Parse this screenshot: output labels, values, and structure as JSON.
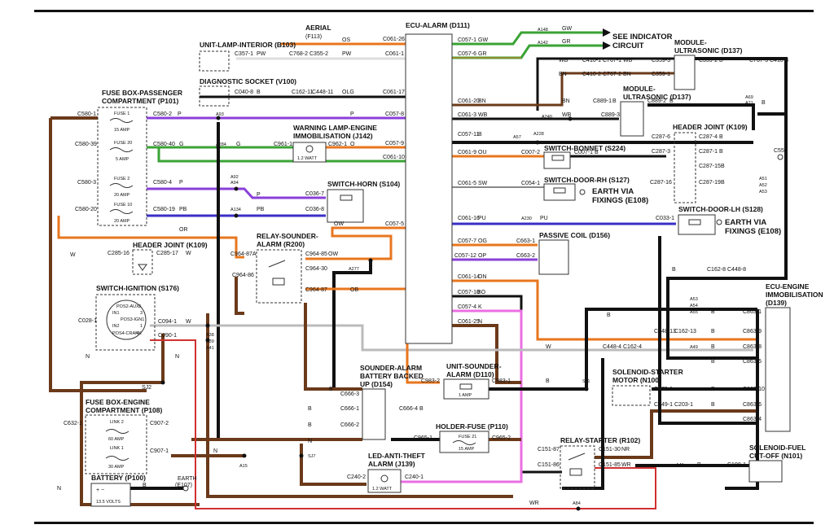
{
  "colors": {
    "brown": "#6b3a1a",
    "black": "#111111",
    "purple": "#8a3fd8",
    "green": "#3aa335",
    "orange": "#e8761e",
    "pink": "#ea6fe3",
    "blue": "#3a2fc6",
    "red": "#d03030",
    "white": "#ffffff"
  },
  "components": {
    "aerial": "AERIAL",
    "aerial_code": "(F113)",
    "ecu_alarm": "ECU-ALARM (D111)",
    "unit_lamp": "UNIT-LAMP-INTERIOR (B103)",
    "diag_socket": "DIAGNOSTIC SOCKET (V100)",
    "see_indicator_1": "SEE INDICATOR",
    "see_indicator_2": "CIRCUIT",
    "module_us_1a": "MODULE-",
    "module_us_1b": "ULTRASONIC (D137)",
    "module_us_2a": "MODULE-",
    "module_us_2b": "ULTRASONIC (D137)",
    "fuse_box_pass_1": "FUSE BOX-PASSENGER",
    "fuse_box_pass_2": "COMPARTMENT (P101)",
    "warning_lamp_1": "WARNING LAMP-ENGINE",
    "warning_lamp_2": "IMMOBILISATION (J142)",
    "header_joint_top": "HEADER JOINT (K109)",
    "switch_bonnet": "SWITCH-BONNET (S224)",
    "switch_door_rh": "SWITCH-DOOR-RH (S127)",
    "earth_via_1a": "EARTH VIA",
    "earth_via_1b": "FIXINGS (E108)",
    "switch_horn": "SWITCH-HORN (S104)",
    "switch_door_lh": "SWITCH-DOOR-LH (S128)",
    "earth_via_2a": "EARTH VIA",
    "earth_via_2b": "FIXINGS (E108)",
    "passive_coil": "PASSIVE COIL (D156)",
    "header_joint_left": "HEADER JOINT (K109)",
    "relay_sounder_1": "RELAY-SOUNDER-",
    "relay_sounder_2": "ALARM (R200)",
    "switch_ignition": "SWITCH-IGNITION (S176)",
    "ecu_engine_1": "ECU-ENGINE",
    "ecu_engine_2": "IMMOBILISATION",
    "ecu_engine_3": "(D139)",
    "sounder_alarm_1": "SOUNDER-ALARM",
    "sounder_alarm_2": "BATTERY BACKED",
    "sounder_alarm_3": "UP (D154)",
    "unit_sounder_1": "UNIT-SOUNDER-",
    "unit_sounder_2": "ALARM (D110)",
    "solenoid_starter_1": "SOLENOID-STARTER",
    "solenoid_starter_2": "MOTOR (N100)",
    "fuse_box_eng_1": "FUSE BOX-ENGINE",
    "fuse_box_eng_2": "COMPARTMENT (P108)",
    "holder_fuse": "HOLDER-FUSE (P110)",
    "relay_starter": "RELAY-STARTER (R102)",
    "led_anti_1": "LED-ANTI-THEFT",
    "led_anti_2": "ALARM (J139)",
    "solenoid_fuel_1": "SOLENOID-FUEL",
    "solenoid_fuel_2": "CUT-OFF (N101)",
    "battery": "BATTERY (P100)",
    "battery_volts": "13.5 VOLTS",
    "earth_e107": "EARTH",
    "earth_e107_code": "(E107)",
    "c556": "C556"
  },
  "fuses": {
    "f1": "FUSE 1",
    "f1_amp": "15 AMP",
    "f20": "FUSE 20",
    "f20_amp": "5 AMP",
    "f2": "FUSE 2",
    "f2_amp": "20 AMP",
    "f10": "FUSE 10",
    "f10_amp": "20 AMP",
    "link2": "LINK 2",
    "link2_amp": "60 AMP",
    "link1": "LINK 1",
    "link1_amp": "30 AMP",
    "f21": "FUSE 21",
    "f21_amp": "15 AMP",
    "watt_1": "1.2 WATT",
    "watt_2": "1.2 WATT",
    "sounder_amp": "1 AMP"
  },
  "ignition": {
    "aux": "POS2-AUX",
    "in1": "IN1",
    "ign1": "POS3-IGN1",
    "in2": "IN2",
    "crank": "POS4-CRANK",
    "p2": "2",
    "p3": "3",
    "p1": "1",
    "p4": "4"
  },
  "labels": {
    "c0611": "C061-1",
    "c06126": "C061-26",
    "c05711": "C057-1",
    "gw1": "GW",
    "os": "OS",
    "pw1": "PW",
    "pw2": "PW",
    "c3571": "C357-1",
    "c7682": "C768-2",
    "c3552": "C355-2",
    "c0408": "C040-8",
    "b_diag": "B",
    "c16211": "C162-11",
    "c44811": "C448-11",
    "olg": "OLG",
    "c06117": "C061-17",
    "a148": "A148",
    "a142": "A142",
    "gw2": "GW",
    "gr2": "GR",
    "c0576": "C057-6",
    "gr1": "GR",
    "wb1": "WB",
    "c4101": "C410-1",
    "c7671": "C767-1",
    "wb2": "WB",
    "c3593": "C359-3",
    "c3592": "C359-2",
    "b_mod": "B",
    "c7673": "C767-3",
    "c4103": "C410-3",
    "bn1": "BN",
    "c4102": "C410-2",
    "c7672": "C767-2",
    "bn2": "BN",
    "c3591": "C359-1",
    "c5801": "C580-1",
    "c5802": "C580-2",
    "p1": "P",
    "a93": "A93",
    "p2": "P",
    "c0578": "C057-8",
    "c06120": "C061-20",
    "bn3": "BN",
    "c0611b": "C061-3",
    "wb3": "WB",
    "b8891": "C889-1",
    "b_889": "B",
    "c8892": "C889-2",
    "b_889b": "B",
    "a69": "A69",
    "a71": "A71",
    "b_a69": "B",
    "a240": "A240",
    "bn4": "BN",
    "wb4": "WB",
    "c8893": "C889-3",
    "c58039": "C580-39",
    "c58040": "C580-40",
    "g1": "G",
    "a284": "A284",
    "g2": "G",
    "c9611": "C961-1",
    "c9621": "C962-1",
    "o1": "O",
    "c0579": "C057-9",
    "c05711b": "C057-11",
    "b_57": "B",
    "a57": "A57",
    "a228": "A228",
    "c2876": "C287-6",
    "c2874": "C287-4",
    "b_2874": "B",
    "c06110": "C061-10",
    "c0619": "C061-9",
    "ou1": "OU",
    "c0072": "C007-2",
    "c0071": "C007-1",
    "b_0071": "B",
    "c2873": "C287-3",
    "c2871": "C287-1",
    "b_2871": "B",
    "c28715": "C287-15",
    "b_28715": "B",
    "c5803": "C580-3",
    "c5804": "C580-4",
    "p3": "P",
    "a92": "A92",
    "a94": "A94",
    "p4": "P",
    "c0367": "C036-7",
    "c0615": "C061-5",
    "sw1": "SW",
    "c0541": "C054-1",
    "c28716": "C287-16",
    "c28719": "C287-19",
    "b_28719": "B",
    "a51": "A51",
    "a52": "A52",
    "a53": "A53",
    "c58020": "C580-20",
    "c58019": "C580-19",
    "pb1": "PB",
    "a134": "A134",
    "pb2": "PB",
    "c0368": "C036-8",
    "c06116": "C061-16",
    "pu1": "PU",
    "a230": "A230",
    "pu2": "PU",
    "c0331": "C033-1",
    "or1": "OR",
    "ow1": "OW",
    "c0575": "C057-5",
    "w1": "W",
    "c28516": "C285-16",
    "c28517": "C285-17",
    "w2": "W",
    "c96487a": "C964-87A",
    "c96485": "C964-85",
    "ow2": "OW",
    "c96430": "C964-30",
    "a277": "A277",
    "c0577": "C057-7",
    "og1": "OG",
    "c6631": "C663-1",
    "c05712": "C057-12",
    "op1": "OP",
    "c6632": "C663-2",
    "b_r1": "B",
    "c1628": "C162-8",
    "c4488": "C448-8",
    "b_r2": "B",
    "c96486": "C964-86",
    "c96487": "C964-87",
    "ob1": "OB",
    "c06114": "C061-14",
    "on1": "ON",
    "c05710": "C057-10",
    "bo1": "BO",
    "c0574": "C057-4",
    "k1": "K",
    "a53b": "A53",
    "a54": "A54",
    "a55": "A55",
    "b_a53": "B",
    "c8631": "C863-1",
    "b_8631": "B",
    "c0281": "C028-1",
    "c0941": "C094-1",
    "w3": "W",
    "c0901": "C090-1",
    "a38": "A38",
    "a39": "A39",
    "a41": "A41",
    "c06125": "C061-25",
    "n1": "N",
    "c44813": "C448-13",
    "c16213": "C162-13",
    "b_448": "B",
    "c8639": "C863-9",
    "n2": "N",
    "n3": "N",
    "w4": "W",
    "c4484": "C448-4",
    "c1624": "C162-4",
    "a49": "A49",
    "b_a49": "B",
    "c8638": "C863-8",
    "b_c": "B",
    "c8635": "C863-5",
    "sj2": "SJ2",
    "c6663": "C666-3",
    "b_c6663": "B",
    "c9832": "C983-2",
    "c9831": "C983-1",
    "b_983": "B",
    "sj1": "SJ1",
    "c1791": "C179-1",
    "b_1791": "B",
    "c86310": "C863-10",
    "c6661": "C666-1",
    "c6664": "C666-4",
    "b_6664": "B",
    "b_666": "B",
    "c4491": "C449-1",
    "c2031": "C203-1",
    "b_449": "B",
    "c8636": "C863-6",
    "c6321": "C632-1",
    "c9072": "C907-2",
    "c6662": "C666-2",
    "b_6662": "B",
    "c9651": "C965-1",
    "c9652": "C965-2",
    "c8634": "C863-4",
    "c9071": "C907-1",
    "n4": "N",
    "n5": "N",
    "c15187": "C151-87",
    "c15130": "C151-30",
    "nr1": "NR",
    "a15": "A15",
    "sj7": "SJ7",
    "c15186": "C151-86",
    "c15185": "C151-85",
    "wr1": "WR",
    "a41b": "A41",
    "b_a41": "B",
    "c1981": "C198-1",
    "c2402": "C240-2",
    "c2401": "C240-1",
    "n6": "N",
    "b_bat": "B",
    "wr2": "WR",
    "a84": "A84",
    "n7": "N",
    "n8": "N",
    "b_n": "B",
    "n9": "N",
    "b_sol": "B",
    "b_bat2": "B"
  }
}
